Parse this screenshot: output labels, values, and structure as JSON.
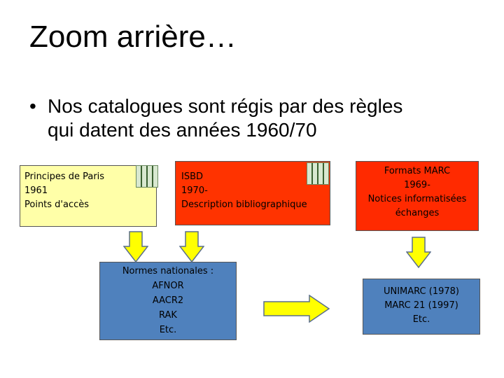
{
  "slide": {
    "title": "Zoom arrière…",
    "bullet_marker": "•",
    "bullet_line1": "Nos catalogues sont régis par des règles",
    "bullet_line2": "qui datent des années 1960/70"
  },
  "boxes": {
    "paris": {
      "lines": [
        "Principes de Paris",
        "1961",
        "Points d'accès"
      ]
    },
    "isbd": {
      "lines": [
        "ISBD",
        "1970-",
        "Description bibliographique"
      ]
    },
    "marc": {
      "lines": [
        "Formats MARC",
        "1969-",
        "Notices informatisées",
        "échanges"
      ]
    },
    "normes": {
      "lines": [
        "Normes nationales :",
        "AFNOR",
        "AACR2",
        "RAK",
        "Etc."
      ]
    },
    "unimarc": {
      "lines": [
        "UNIMARC (1978)",
        "MARC 21 (1997)",
        "Etc."
      ]
    }
  },
  "colors": {
    "paris_fill": "#ffffa8",
    "isbd_fill": "#ff3300",
    "marc_fill": "#ff2a00",
    "blue_fill": "#4f81bd",
    "arrow_fill": "#ffff00"
  }
}
